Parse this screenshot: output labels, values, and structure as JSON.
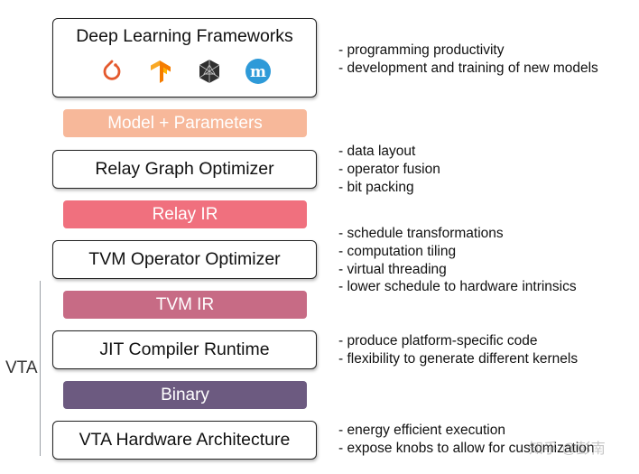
{
  "layers": {
    "frameworks": {
      "title": "Deep Learning Frameworks"
    },
    "model_params": {
      "label": "Model + Parameters",
      "color": "#f7b89a"
    },
    "relay_optimizer": {
      "title": "Relay Graph Optimizer"
    },
    "relay_ir": {
      "label": "Relay IR",
      "color": "#f0707e"
    },
    "tvm_optimizer": {
      "title": "TVM Operator Optimizer"
    },
    "tvm_ir": {
      "label": "TVM IR",
      "color": "#c76b85"
    },
    "jit_runtime": {
      "title": "JIT Compiler Runtime"
    },
    "binary": {
      "label": "Binary",
      "color": "#6c5a80"
    },
    "vta_hw": {
      "title": "VTA Hardware Architecture"
    }
  },
  "framework_icons": [
    "pytorch-icon",
    "tensorflow-icon",
    "mxnet-icon",
    "mindspore-icon"
  ],
  "notes": {
    "frameworks": [
      "- programming productivity",
      "- development and training of new models"
    ],
    "relay": [
      "- data layout",
      "- operator fusion",
      "- bit packing"
    ],
    "tvm": [
      "- schedule transformations",
      "- computation tiling",
      "- virtual threading",
      "- lower schedule to hardware intrinsics"
    ],
    "jit": [
      "- produce platform-specific code",
      "- flexibility to generate different kernels"
    ],
    "vta": [
      "- energy efficient execution",
      "- expose knobs to allow for customization"
    ]
  },
  "vta_label": "VTA",
  "watermark": "知乎 @彭南"
}
